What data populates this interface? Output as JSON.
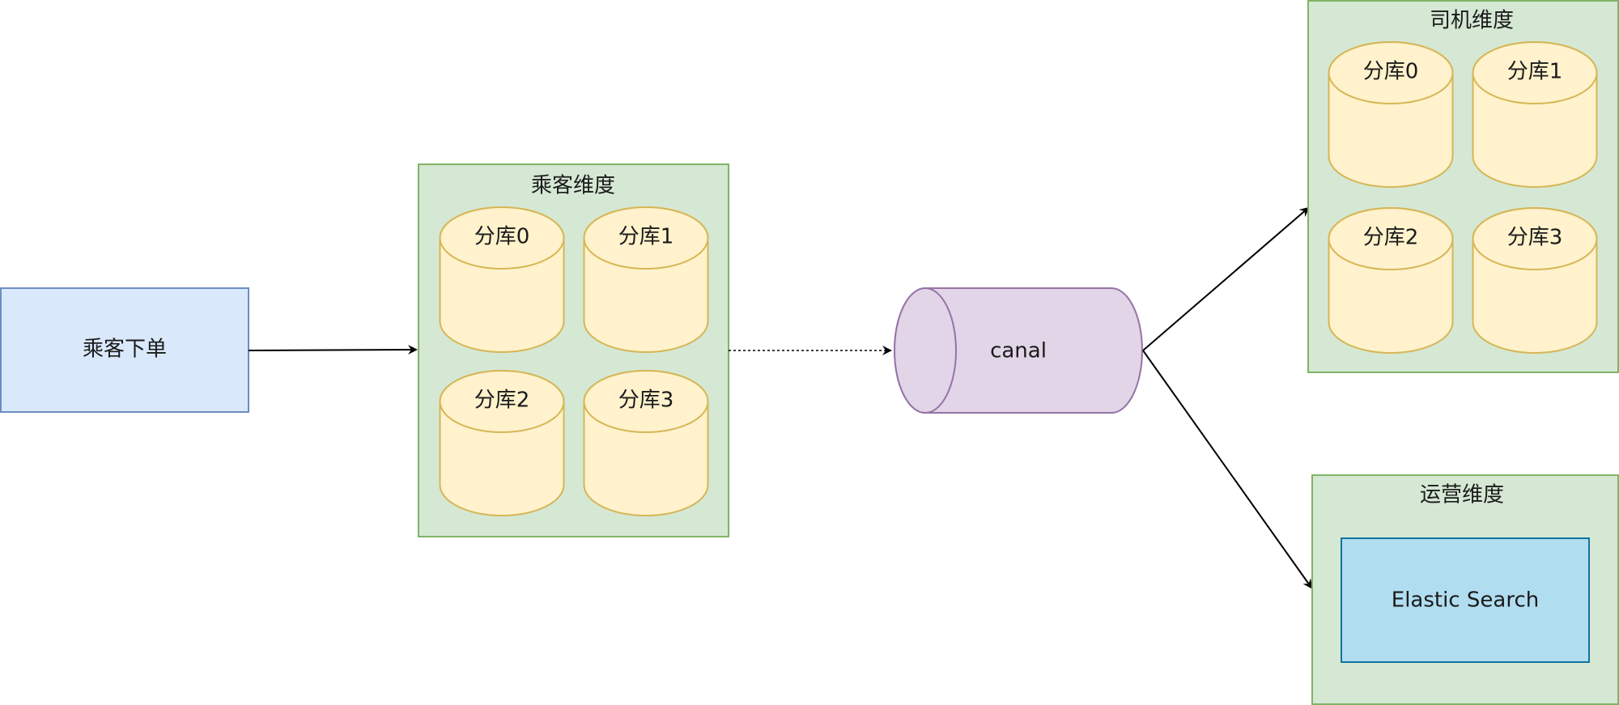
{
  "colors": {
    "order_fill": "#dae8fc",
    "order_stroke": "#6c8ebf",
    "group_fill": "#d5e8d4",
    "group_stroke": "#82b366",
    "db_fill": "#fff2cc",
    "db_stroke": "#d6b656",
    "canal_fill": "#e1d5e7",
    "canal_stroke": "#9673a6",
    "es_fill": "#b1ddf0",
    "es_stroke": "#10739e",
    "arrow": "#000000"
  },
  "order_node": {
    "label": "乘客下单"
  },
  "passenger_group": {
    "title": "乘客维度",
    "shards": [
      "分库0",
      "分库1",
      "分库2",
      "分库3"
    ]
  },
  "canal_node": {
    "label": "canal"
  },
  "driver_group": {
    "title": "司机维度",
    "shards": [
      "分库0",
      "分库1",
      "分库2",
      "分库3"
    ]
  },
  "ops_group": {
    "title": "运营维度",
    "es_label": "Elastic Search"
  }
}
